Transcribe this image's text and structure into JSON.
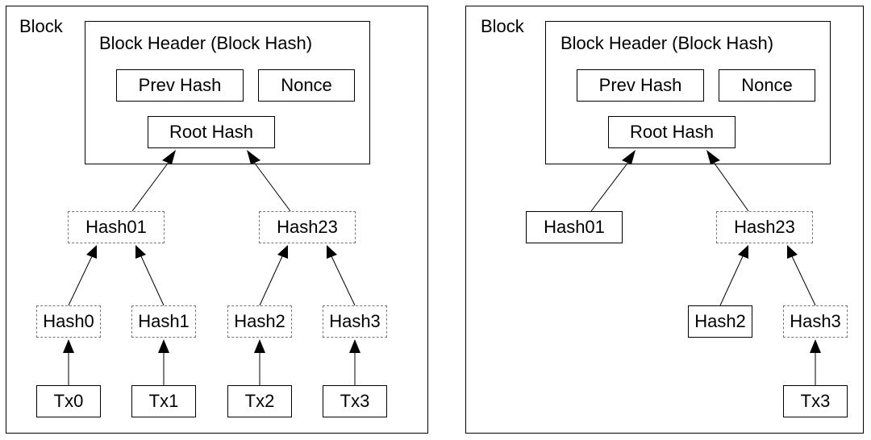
{
  "left_block": {
    "label": "Block",
    "header": {
      "title": "Block Header (Block Hash)",
      "prev_hash": "Prev Hash",
      "nonce": "Nonce",
      "root_hash": "Root Hash"
    },
    "hash01": "Hash01",
    "hash23": "Hash23",
    "hash0": "Hash0",
    "hash1": "Hash1",
    "hash2": "Hash2",
    "hash3": "Hash3",
    "tx0": "Tx0",
    "tx1": "Tx1",
    "tx2": "Tx2",
    "tx3": "Tx3"
  },
  "right_block": {
    "label": "Block",
    "header": {
      "title": "Block Header (Block Hash)",
      "prev_hash": "Prev Hash",
      "nonce": "Nonce",
      "root_hash": "Root Hash"
    },
    "hash01": "Hash01",
    "hash23": "Hash23",
    "hash2": "Hash2",
    "hash3": "Hash3",
    "tx3": "Tx3"
  }
}
